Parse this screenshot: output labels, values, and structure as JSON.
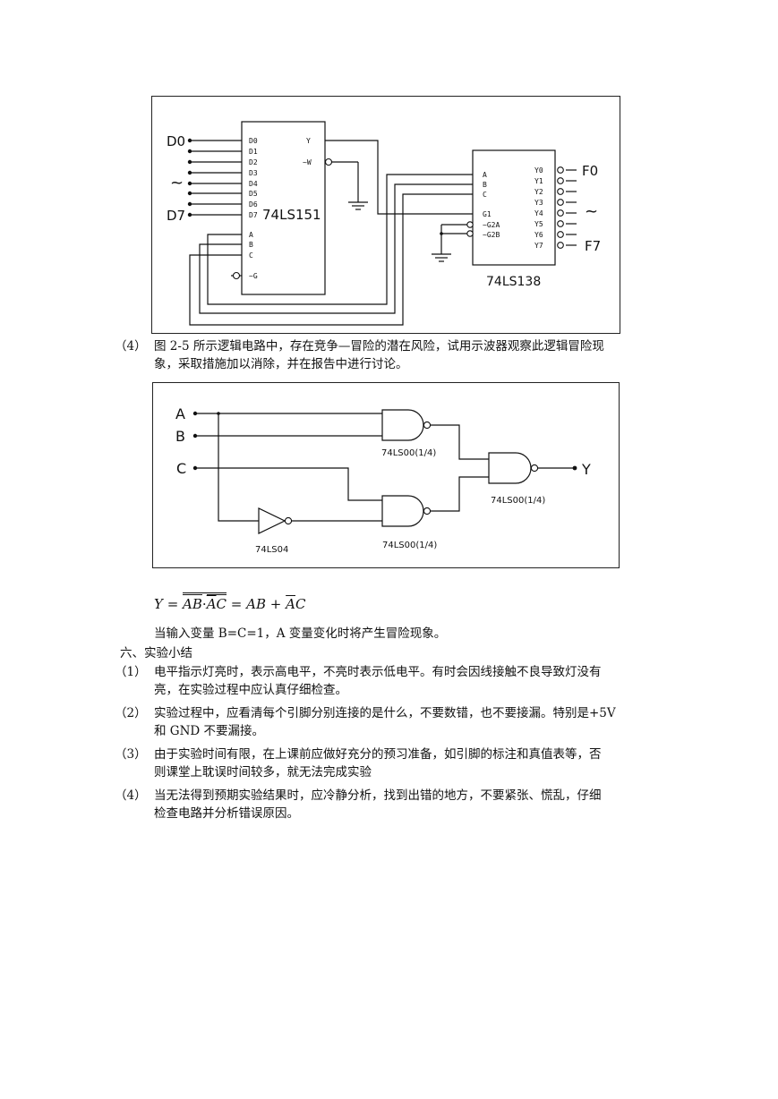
{
  "figure1": {
    "mux": {
      "name": "74LS151",
      "data_inputs": [
        "D0",
        "D1",
        "D2",
        "D3",
        "D4",
        "D5",
        "D6",
        "D7"
      ],
      "select_inputs": [
        "A",
        "B",
        "C"
      ],
      "enable": "~G",
      "out_y": "Y",
      "out_w": "~W"
    },
    "decoder": {
      "name": "74LS138",
      "inputs": [
        "A",
        "B",
        "C"
      ],
      "enables": [
        "G1",
        "~G2A",
        "~G2B"
      ],
      "outputs": [
        "Y0",
        "Y1",
        "Y2",
        "Y3",
        "Y4",
        "Y5",
        "Y6",
        "Y7"
      ]
    },
    "left_labels": {
      "top": "D0",
      "tilde": "~",
      "bottom": "D7"
    },
    "right_labels": {
      "top": "F0",
      "tilde": "~",
      "bottom": "F7"
    }
  },
  "para4_intro": {
    "num": "（4）",
    "line1": "图 2-5 所示逻辑电路中，存在竞争—冒险的潜在风险，试用示波器观察此逻辑冒险现",
    "line2": "象，采取措施加以消除，并在报告中进行讨论。"
  },
  "figure2": {
    "inputs": [
      "A",
      "B",
      "C"
    ],
    "output": "Y",
    "gate_top": "74LS00(1/4)",
    "gate_bottom": "74LS00(1/4)",
    "gate_out": "74LS00(1/4)",
    "inverter": "74LS04"
  },
  "formula": {
    "lhs": "Y",
    "eq": "=",
    "t1": "AB",
    "dot": "·",
    "t2a": "A",
    "t2b": "C",
    "eq2": "=",
    "t3": "AB",
    "plus": "+",
    "t4a": "A",
    "t4b": "C"
  },
  "note": "当输入变量 B=C=1，A 变量变化时将产生冒险现象。",
  "section6": {
    "title": "六、实验小结",
    "items": [
      {
        "num": "（1）",
        "line1": "电平指示灯亮时，表示高电平，不亮时表示低电平。有时会因线接触不良导致灯没有",
        "line2": "亮，在实验过程中应认真仔细检查。"
      },
      {
        "num": "（2）",
        "line1": "实验过程中，应看清每个引脚分别连接的是什么，不要数错，也不要接漏。特别是+5V",
        "line2": "和 GND 不要漏接。"
      },
      {
        "num": "（3）",
        "line1": "由于实验时间有限，在上课前应做好充分的预习准备，如引脚的标注和真值表等，否",
        "line2": "则课堂上耽误时间较多，就无法完成实验"
      },
      {
        "num": "（4）",
        "line1": "当无法得到预期实验结果时，应冷静分析，找到出错的地方，不要紧张、慌乱，仔细",
        "line2": "检查电路并分析错误原因。"
      }
    ]
  }
}
